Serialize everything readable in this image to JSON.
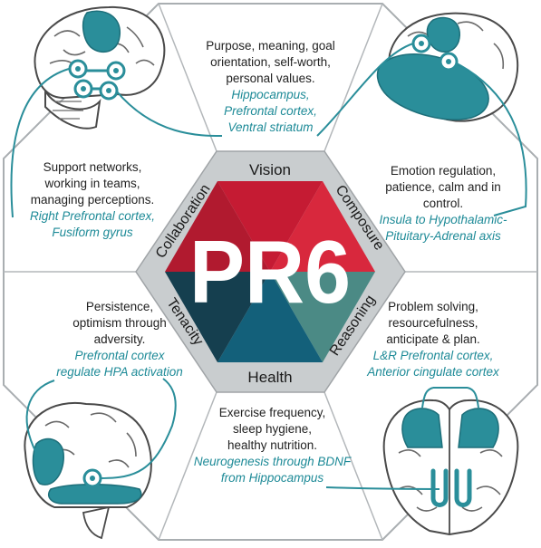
{
  "center": {
    "logo": "PR6",
    "labels": {
      "top": "Vision",
      "bottom": "Health",
      "upper_left": "Collaboration",
      "upper_right": "Composure",
      "lower_left": "Tenacity",
      "lower_right": "Reasoning"
    }
  },
  "blocks": {
    "vision": {
      "lines": [
        "Purpose, meaning, goal",
        "orientation, self-worth,",
        "personal values."
      ],
      "regions": [
        "Hippocampus,",
        "Prefrontal cortex,",
        "Ventral striatum"
      ]
    },
    "collaboration": {
      "lines": [
        "Support networks,",
        "working in teams,",
        "managing perceptions."
      ],
      "regions": [
        "Right Prefrontal cortex,",
        "Fusiform gyrus"
      ]
    },
    "composure": {
      "lines": [
        "Emotion regulation,",
        "patience, calm and in",
        "control."
      ],
      "regions": [
        "Insula to Hypothalamic-",
        "Pituitary-Adrenal axis"
      ]
    },
    "tenacity": {
      "lines": [
        "Persistence,",
        "optimism through",
        "adversity."
      ],
      "regions": [
        "Prefrontal cortex",
        "regulate HPA activation"
      ]
    },
    "reasoning": {
      "lines": [
        "Problem solving,",
        "resourcefulness,",
        "anticipate & plan."
      ],
      "regions": [
        "L&R Prefrontal cortex,",
        "Anterior cingulate cortex"
      ]
    },
    "health": {
      "lines": [
        "Exercise frequency,",
        "sleep hygiene,",
        "healthy nutrition."
      ],
      "regions": [
        "Neurogenesis through BDNF",
        "from Hippocampus"
      ]
    }
  },
  "colors": {
    "teal": "#2a8e9a",
    "teal_dark": "#1d6f7a",
    "red": "#d0223a",
    "crimson": "#b31b30",
    "navy": "#153f4f",
    "sage": "#4b8a85",
    "grey_frame": "#a9aeb1",
    "hex_border": "#9a9ea1"
  },
  "icons": [
    "brain-top-left-icon",
    "brain-top-right-icon",
    "brain-bottom-left-icon",
    "brain-bottom-right-icon"
  ]
}
